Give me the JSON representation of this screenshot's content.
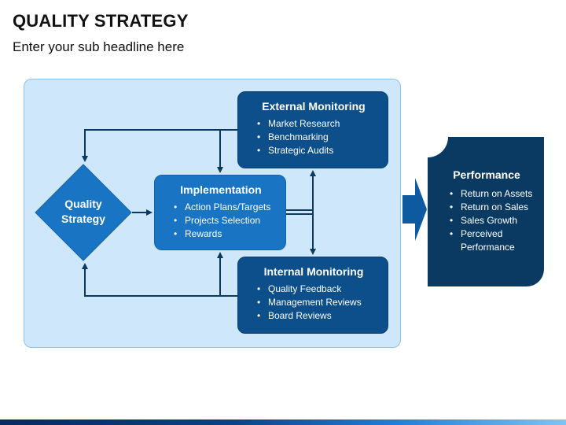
{
  "header": {
    "title": "QUALITY STRATEGY",
    "subtitle": "Enter your sub headline here"
  },
  "diagram": {
    "strategy": {
      "line1": "Quality",
      "line2": "Strategy"
    },
    "implementation": {
      "title": "Implementation",
      "items": [
        "Action Plans/Targets",
        "Projects Selection",
        "Rewards"
      ]
    },
    "external": {
      "title": "External Monitoring",
      "items": [
        "Market Research",
        "Benchmarking",
        "Strategic Audits"
      ]
    },
    "internal": {
      "title": "Internal Monitoring",
      "items": [
        "Quality Feedback",
        "Management Reviews",
        "Board Reviews"
      ]
    },
    "performance": {
      "title": "Performance",
      "items": [
        "Return on Assets",
        "Return on Sales",
        "Sales Growth",
        "Perceived Performance"
      ]
    }
  },
  "colors": {
    "panel": "#cfe7fb",
    "dark_box": "#0d4f8b",
    "mid_box": "#1a74c4",
    "performance": "#0a3a62",
    "arrow": "#0a3a62"
  }
}
